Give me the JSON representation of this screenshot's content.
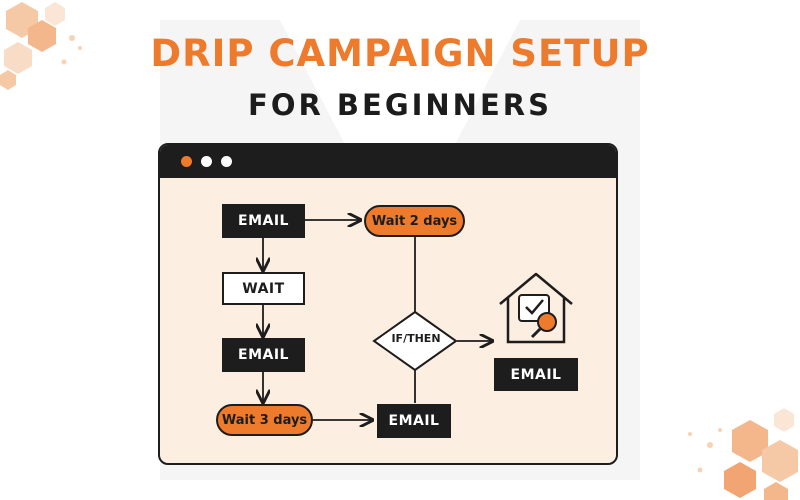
{
  "title": "DRIP CAMPAIGN SETUP",
  "subtitle": "FOR BEGINNERS",
  "colors": {
    "accent": "#ee7a2c",
    "dark": "#1d1d1d",
    "panel": "#fcefe1"
  },
  "flow": {
    "email_1": "EMAIL",
    "wait": "WAIT",
    "email_2": "EMAIL",
    "wait_3_days": "Wait 3 days",
    "email_3": "EMAIL",
    "wait_2_days": "Wait 2 days",
    "condition": "IF/THEN",
    "email_final": "EMAIL"
  },
  "icons": [
    "house-check-magnifier-icon"
  ]
}
